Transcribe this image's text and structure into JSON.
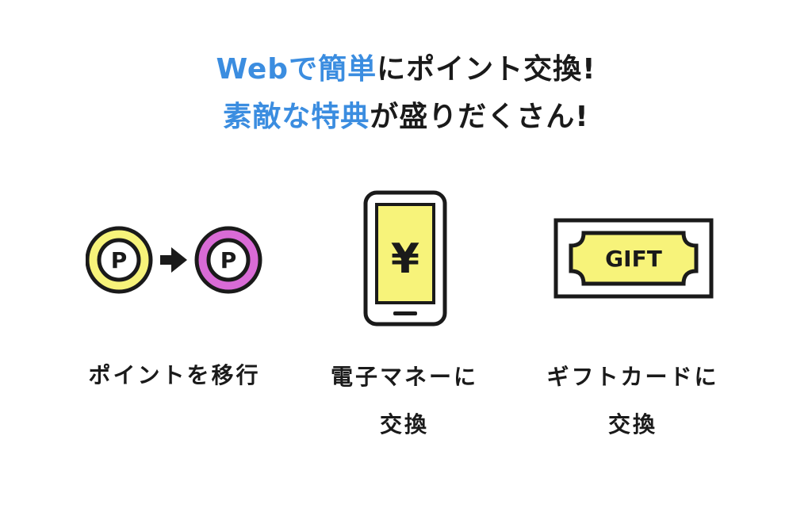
{
  "headline": {
    "line1": {
      "accent": "Webで簡単",
      "rest": "にポイント交換!"
    },
    "line2": {
      "accent": "素敵な特典",
      "rest": "が盛りだくさん!"
    }
  },
  "features": [
    {
      "caption": "ポイントを移行",
      "icon": "point-transfer-icon"
    },
    {
      "caption_line1": "電子マネーに",
      "caption_line2": "交換",
      "icon": "smartphone-yen-icon"
    },
    {
      "caption_line1": "ギフトカードに",
      "caption_line2": "交換",
      "icon": "gift-ticket-icon"
    }
  ],
  "icons": {
    "coin_label": "P",
    "yen_symbol": "¥",
    "gift_label": "GIFT"
  },
  "colors": {
    "accent": "#3b8de0",
    "yellow": "#f7f37a",
    "magenta": "#d96bd6",
    "outline": "#1a1a1a"
  }
}
